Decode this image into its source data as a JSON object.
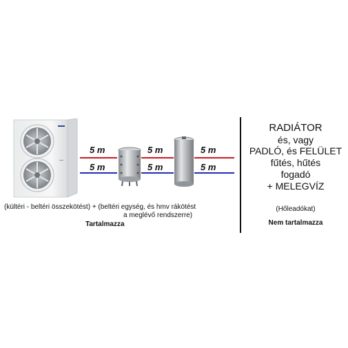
{
  "pipe_labels": [
    "5 m",
    "5 m",
    "5 m",
    "5 m",
    "5 m",
    "5 m"
  ],
  "left_note_line1": "(kültéri - beltéri összekötést) + (beltéri egység, és hmv rákötést",
  "left_note_line2": "a meglévő rendszerre)",
  "left_included": "Tartalmazza",
  "right_lines": [
    "RADIÁTOR",
    "és, vagy",
    "PADLÓ, és FELÜLET",
    "fűtés, hűtés",
    "fogadó",
    "+ MELEGVÍZ"
  ],
  "right_note": "(Hőleadókat)",
  "right_not_included": "Nem tartalmazza",
  "colors": {
    "hot_pipe": "#e8141c",
    "cold_pipe": "#1a2bd6",
    "divider": "#111111"
  }
}
